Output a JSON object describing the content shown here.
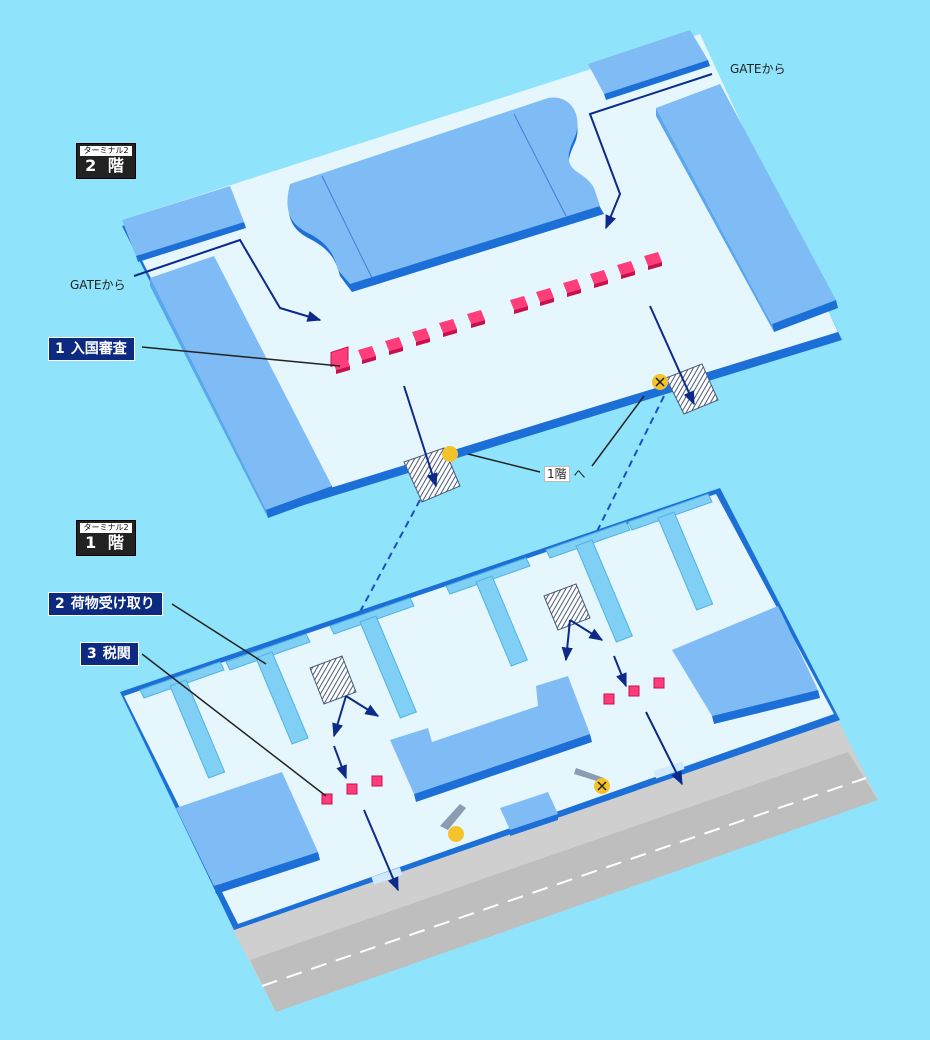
{
  "floors": {
    "upper": {
      "terminal": "ターミナル2",
      "level": "2 階"
    },
    "lower": {
      "terminal": "ターミナル2",
      "level": "1 階"
    }
  },
  "steps": [
    {
      "num": "1",
      "text": "入国審査"
    },
    {
      "num": "2",
      "text": "荷物受け取り"
    },
    {
      "num": "3",
      "text": "税関"
    }
  ],
  "labels": {
    "gate_from_top": "GATEから",
    "gate_from_left": "GATEから",
    "to_first_floor_num": "1階",
    "to_first_floor_suffix": "へ"
  },
  "colors": {
    "background": "#8fe3fb",
    "floor": "#e6f6fd",
    "building": "#7fbcf6",
    "building_edge": "#1d6fd8",
    "counter": "#ff3d7a",
    "arrow": "#0b2a8a",
    "label_bg": "#0b2a80",
    "carousel": "#7fd0f4",
    "road": "#cfcfcf"
  },
  "icons": [
    "escalator-icon",
    "elevator-icon",
    "route-arrow-icon"
  ]
}
